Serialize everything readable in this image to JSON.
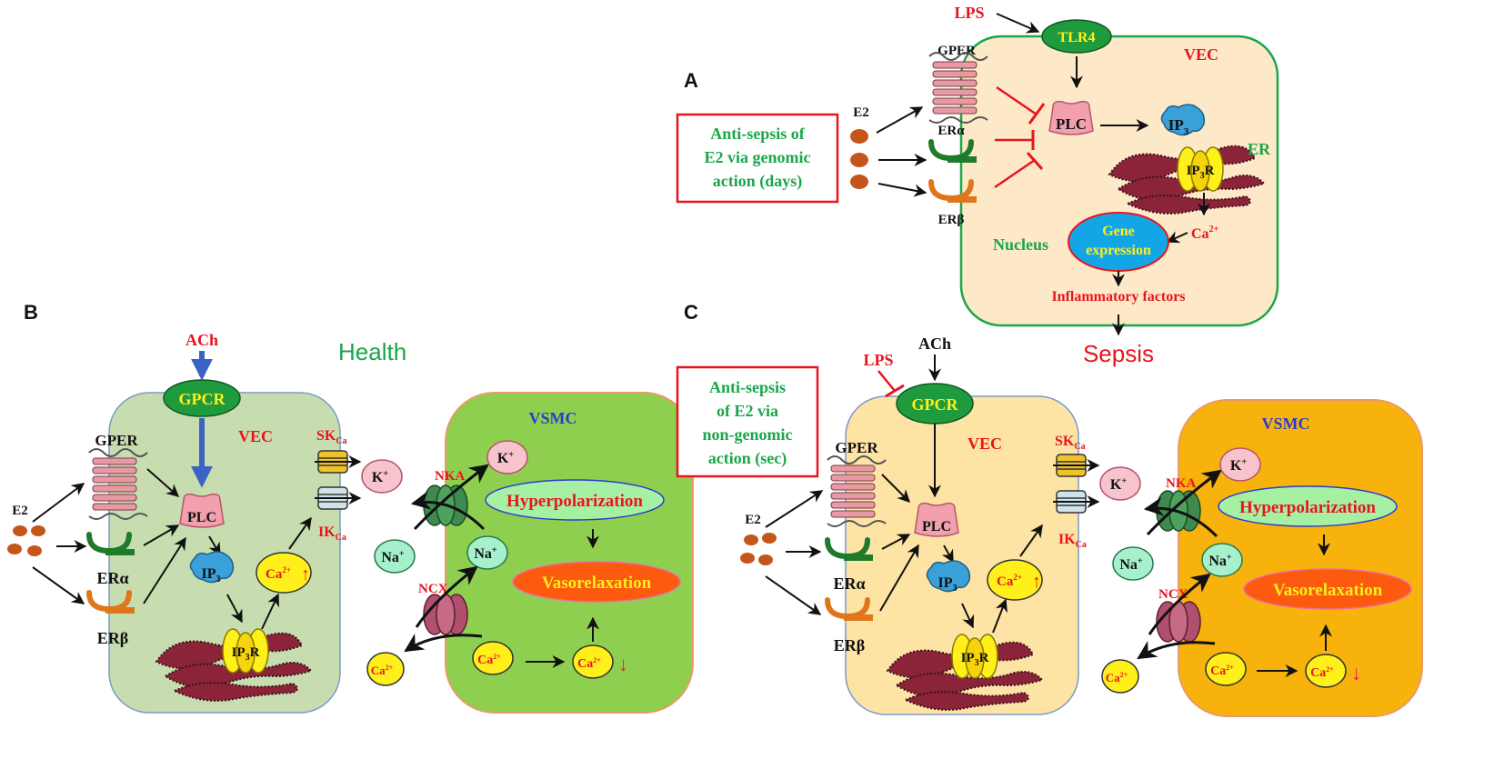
{
  "colors": {
    "red": "#e8141e",
    "green_text": "#1aa64a",
    "blue_text": "#2a3ccf",
    "vec_fill_a": "#fde9c8",
    "vec_fill_b": "#c7ddb0",
    "vec_fill_c": "#fde3a4",
    "vsmc_fill_b": "#8fcf4f",
    "vsmc_fill_c": "#f7b30b",
    "er_body": "#8b2439",
    "yellow": "#ffef1a",
    "ip3": "#3aa0d8",
    "plc": "#f2a0ae"
  },
  "panel_a": {
    "letter": "A",
    "box_text": [
      "Anti-sepsis of",
      "E2 via genomic",
      "action (days)"
    ],
    "e2": "E2",
    "lps": "LPS",
    "tlr4": "TLR4",
    "vec": "VEC",
    "gper": "GPER",
    "er_alpha": "ERα",
    "er_beta": "ERβ",
    "plc": "PLC",
    "ip3": "IP",
    "ip3_sub": "3",
    "ip3r": "IP",
    "ip3r_sub": "3",
    "ip3r_tail": "R",
    "er": "ER",
    "ca": "Ca",
    "ca_sup": "2+",
    "nucleus": "Nucleus",
    "gene": [
      "Gene",
      "expression"
    ],
    "inflammatory": "Inflammatory factors",
    "sepsis": "Sepsis"
  },
  "panel_b": {
    "letter": "B",
    "health": "Health",
    "ach": "ACh",
    "gpcr": "GPCR",
    "vec": "VEC",
    "gper": "GPER",
    "e2": "E2",
    "er_alpha": "ERα",
    "er_beta": "ERβ",
    "plc": "PLC",
    "ip3": "IP",
    "sub3": "3",
    "ip3r_tail": "R",
    "ca": "Ca",
    "ca_sup": "2+",
    "skca": "SK",
    "ikca": "IK",
    "ca_sub": "Ca",
    "k": "K",
    "plus": "+",
    "na": "Na",
    "nka": "NKA",
    "ncx": "NCX",
    "vsmc": "VSMC",
    "hyper": "Hyperpolarization",
    "vaso": "Vasorelaxation"
  },
  "panel_c": {
    "letter": "C",
    "box_text": [
      "Anti-sepsis",
      "of E2 via",
      "non-genomic",
      "action (sec)"
    ],
    "lps": "LPS",
    "ach": "ACh",
    "gpcr": "GPCR",
    "vec": "VEC",
    "gper": "GPER",
    "e2": "E2",
    "er_alpha": "ERα",
    "er_beta": "ERβ",
    "plc": "PLC",
    "ip3": "IP",
    "sub3": "3",
    "ip3r_tail": "R",
    "ca": "Ca",
    "ca_sup": "2+",
    "skca": "SK",
    "ikca": "IK",
    "ca_sub": "Ca",
    "k": "K",
    "plus": "+",
    "na": "Na",
    "nka": "NKA",
    "ncx": "NCX",
    "vsmc": "VSMC",
    "hyper": "Hyperpolarization",
    "vaso": "Vasorelaxation"
  }
}
